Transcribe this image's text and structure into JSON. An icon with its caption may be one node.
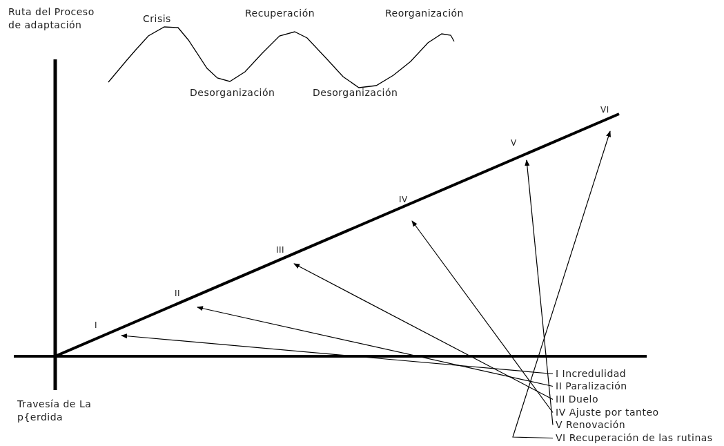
{
  "diagram": {
    "nodes": [
      {
        "text": [
          "I Incredulidad"
        ]
      },
      {
        "text": [
          "II Paralización"
        ]
      },
      {
        "text": [
          "III Duelo"
        ]
      },
      {
        "text": [
          "IV Ajuste por tanteo"
        ]
      },
      {
        "text": [
          "V Renovación"
        ]
      },
      {
        "text": [
          "VI Recuperación de las rutinas"
        ]
      }
    ],
    "edges": [
      {
        "from": 0,
        "to": null,
        "arrow": "to"
      },
      {
        "from": 1,
        "to": null,
        "arrow": "to"
      },
      {
        "from": 2,
        "to": null,
        "arrow": "to"
      },
      {
        "from": 3,
        "to": null,
        "arrow": "to"
      },
      {
        "from": 4,
        "to": null,
        "arrow": "to"
      },
      {
        "from": 5,
        "to": null,
        "arrow": "to"
      }
    ],
    "labels": [
      "Ruta del Proceso de adaptación",
      "Reorganización",
      "Recuperación",
      "Crisis",
      "Desorganización",
      "Desorganización",
      "VI",
      "V",
      "IV",
      "III",
      "II",
      "I",
      "Travesía de La p{erdida"
    ]
  }
}
